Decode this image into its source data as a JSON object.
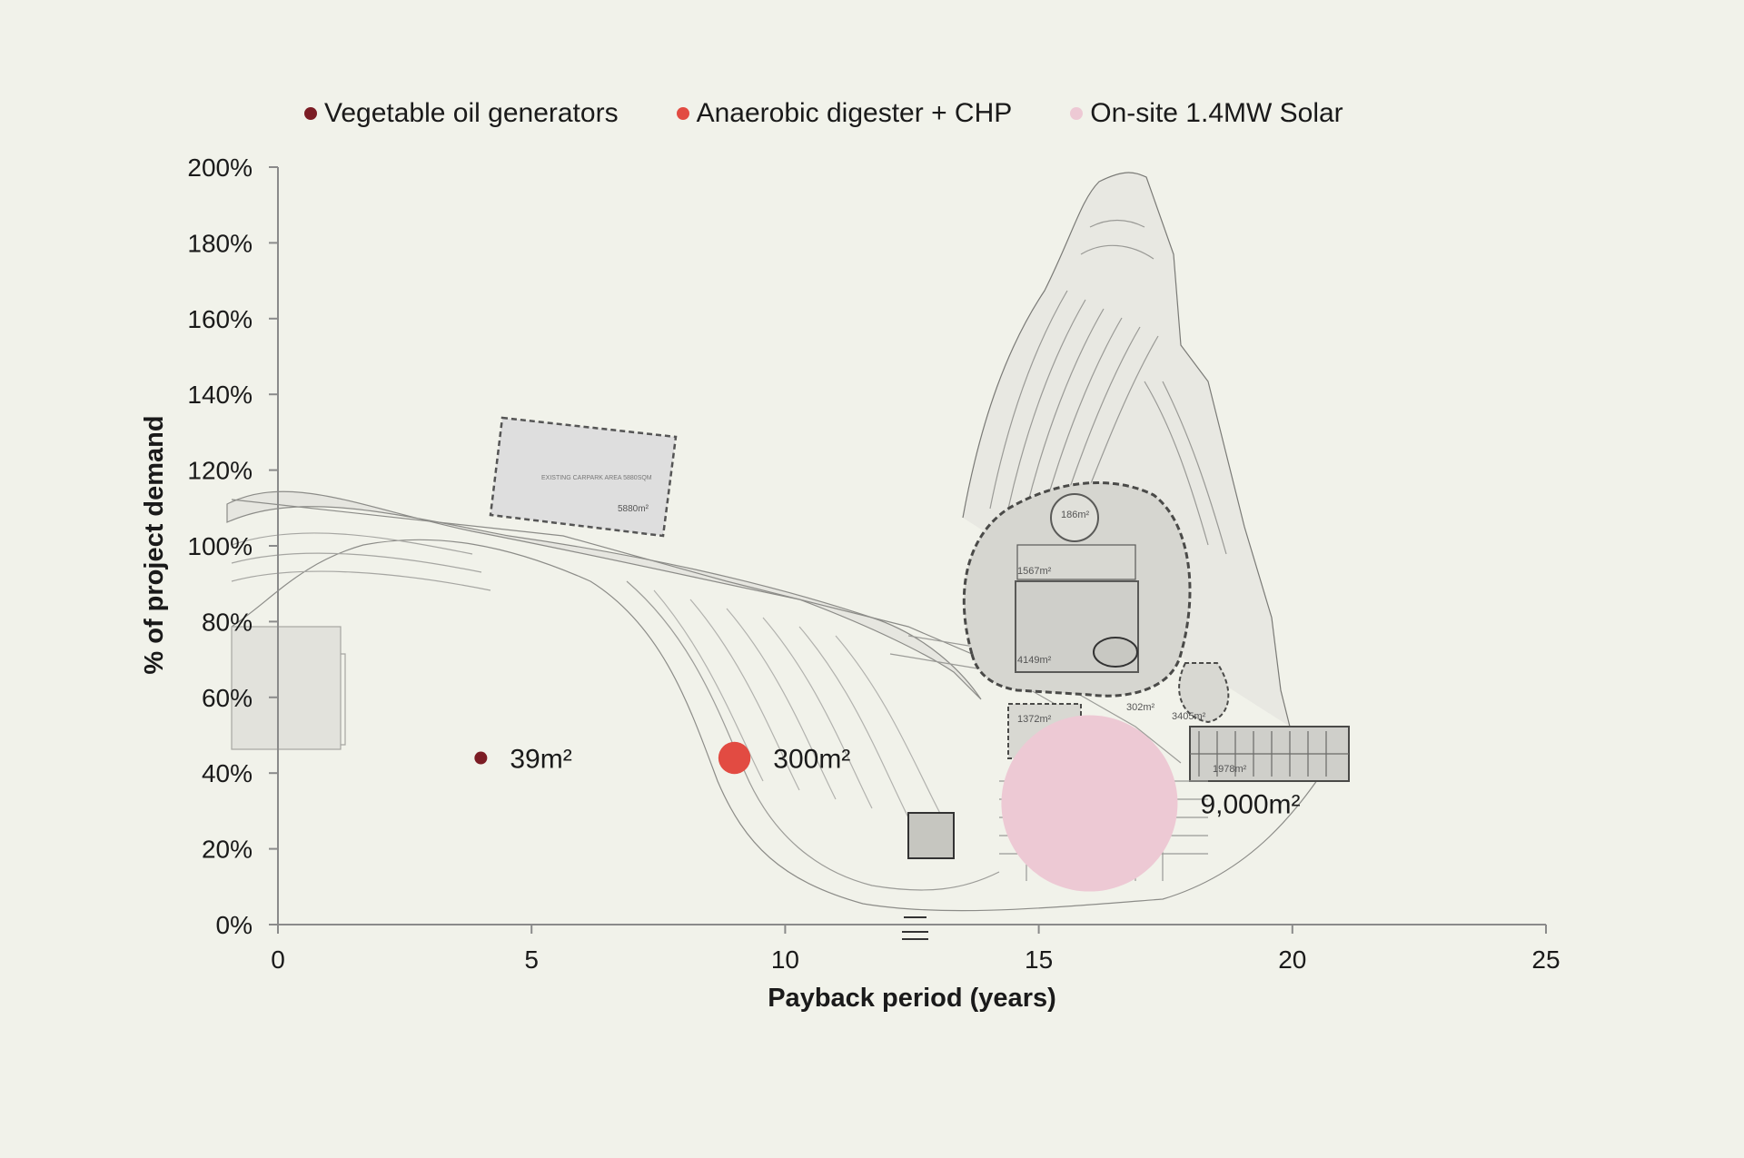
{
  "chart_data": {
    "type": "scatter",
    "title": "",
    "xlabel": "Payback period (years)",
    "ylabel": "% of project demand",
    "xlim": [
      0,
      25
    ],
    "ylim": [
      0,
      200
    ],
    "x_ticks": [
      0,
      5,
      10,
      15,
      20,
      25
    ],
    "y_ticks": [
      0,
      20,
      40,
      60,
      80,
      100,
      120,
      140,
      160,
      180,
      200
    ],
    "y_tick_format": "%",
    "grid": false,
    "legend_position": "top",
    "background": "site-plan-drawing",
    "series": [
      {
        "name": "Vegetable oil generators",
        "color": "#7b1c24",
        "x": 4,
        "y": 44,
        "area_m2": 39,
        "label": "39m²"
      },
      {
        "name": "Anaerobic digester + CHP",
        "color": "#e24b42",
        "x": 9,
        "y": 44,
        "area_m2": 300,
        "label": "300m²"
      },
      {
        "name": "On-site 1.4MW Solar",
        "color": "#edc9d4",
        "x": 16,
        "y": 32,
        "area_m2": 9000,
        "label": "9,000m²"
      }
    ]
  },
  "plan_labels": {
    "carpark": "EXISTING CARPARK AREA 5880SQM",
    "a1": "5880m²",
    "a2": "186m²",
    "a3": "1567m²",
    "a4": "4149m²",
    "a5": "1372m²",
    "a6": "302m²",
    "a7": "3405m²",
    "a8": "1978m²"
  },
  "colors": {
    "background": "#f1f2ea",
    "axis": "#8a8a8a",
    "plan_fill": "#dcdcd6",
    "plan_stroke": "#8c8c88"
  }
}
